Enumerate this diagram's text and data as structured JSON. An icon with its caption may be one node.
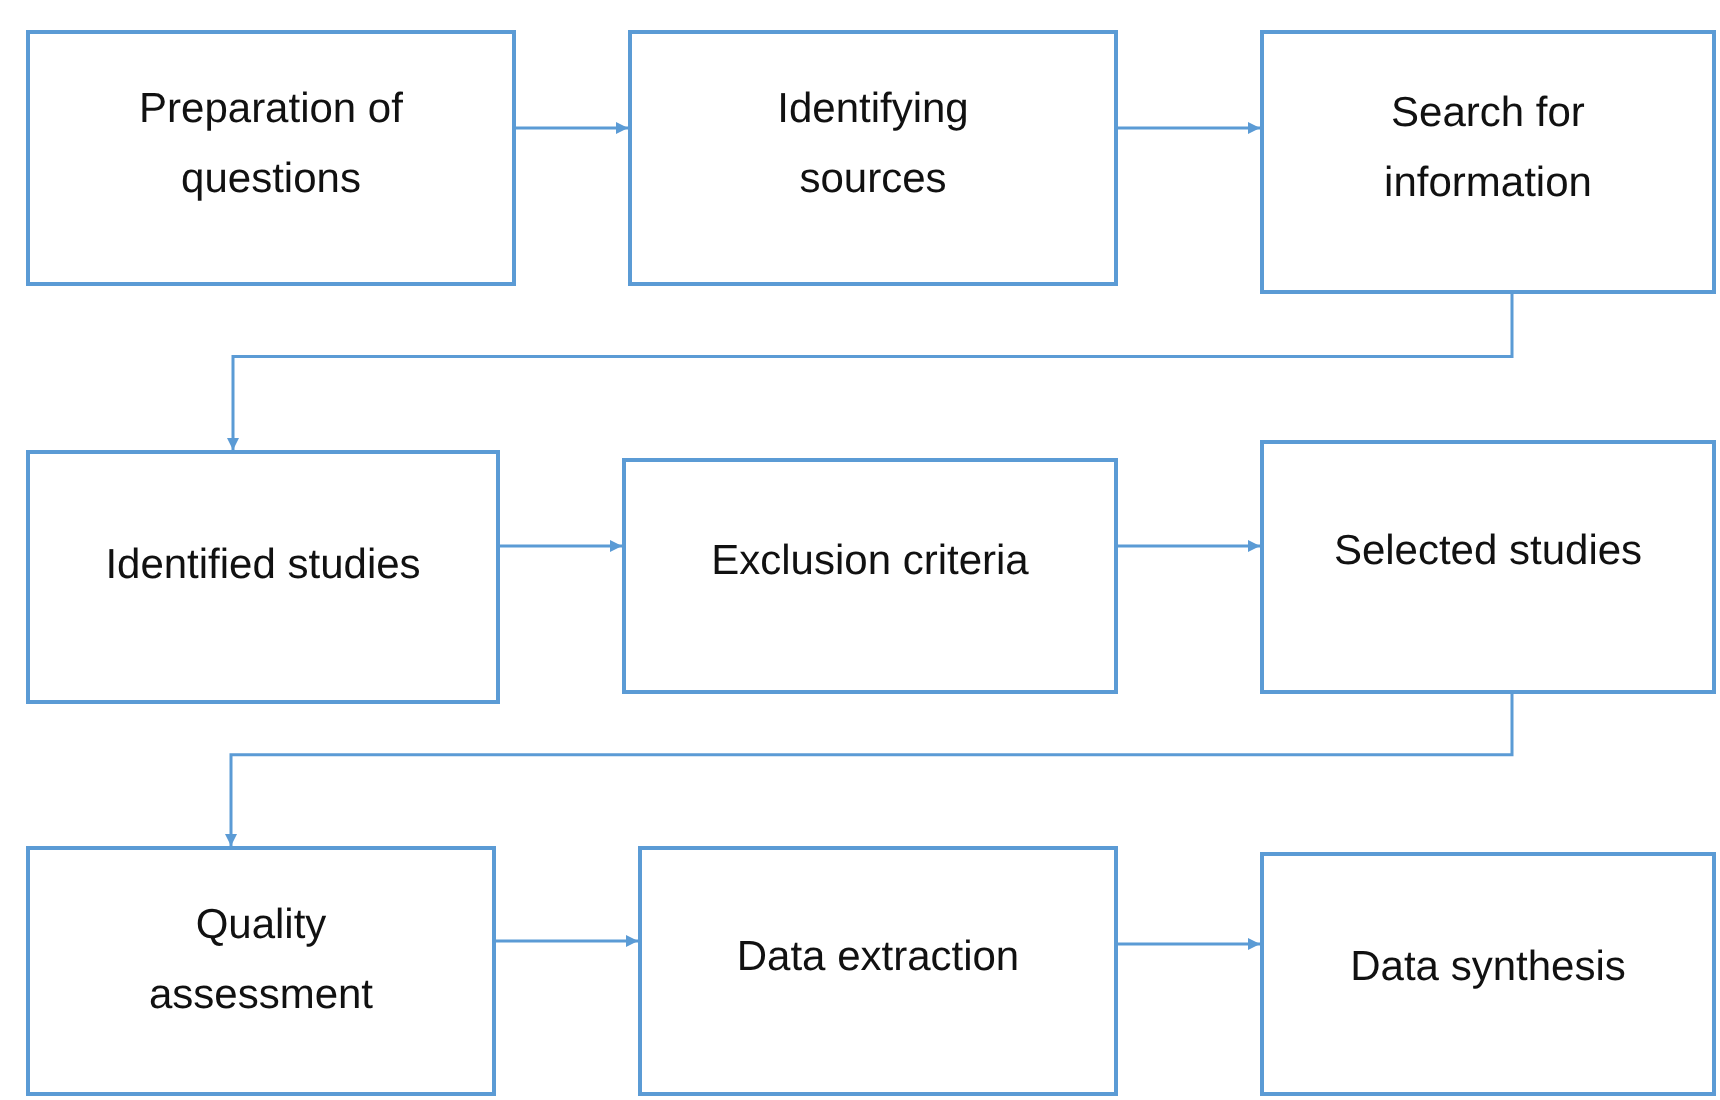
{
  "diagram": {
    "nodes": [
      {
        "text": [
          "Preparation of questions"
        ]
      },
      {
        "text": [
          "Identifying sources"
        ]
      },
      {
        "text": [
          "Search for information"
        ]
      },
      {
        "text": [
          "Identified studies"
        ]
      },
      {
        "text": [
          "Exclusion criteria"
        ]
      },
      {
        "text": [
          "Selected studies"
        ]
      },
      {
        "text": [
          "Quality assessment"
        ]
      },
      {
        "text": [
          "Data extraction"
        ]
      },
      {
        "text": [
          "Data synthesis"
        ]
      }
    ],
    "edges": [
      {
        "from": 0,
        "to": 1,
        "arrow": "to"
      },
      {
        "from": 1,
        "to": 2,
        "arrow": "to"
      },
      {
        "from": 2,
        "to": 3,
        "arrow": "to"
      },
      {
        "from": 3,
        "to": 4,
        "arrow": "to"
      },
      {
        "from": 4,
        "to": 5,
        "arrow": "to"
      },
      {
        "from": 5,
        "to": 6,
        "arrow": "to"
      },
      {
        "from": 6,
        "to": 7,
        "arrow": "to"
      },
      {
        "from": 7,
        "to": 8,
        "arrow": "to"
      }
    ]
  }
}
